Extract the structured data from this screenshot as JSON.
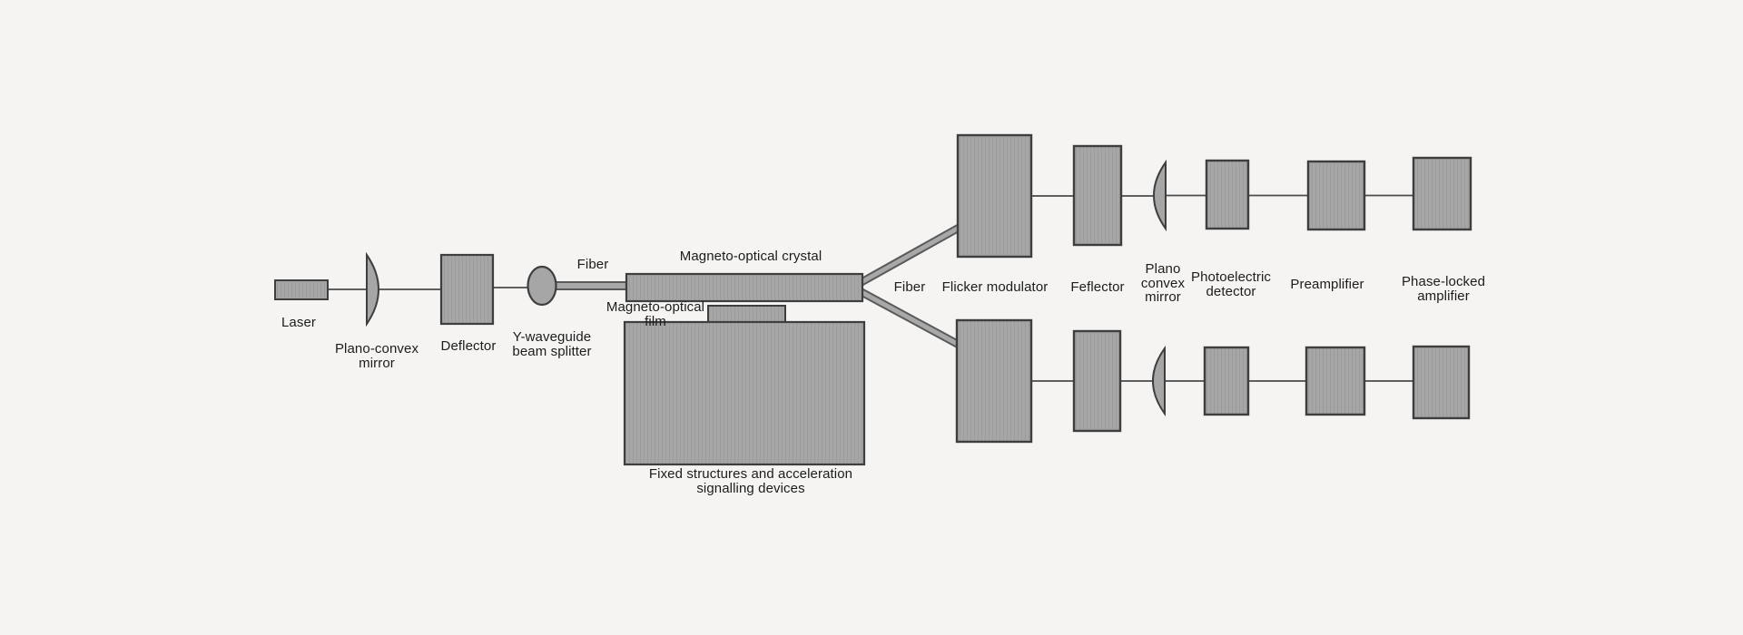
{
  "colors": {
    "background": "#f5f4f2",
    "component_fill": "#a6a6a6",
    "component_stroke": "#3e3e3e",
    "beam_line": "#4a4a4a",
    "fiber_core": "#a8a8a8",
    "fiber_outline": "#5a5a5a",
    "label_text": "#1c1c1c"
  },
  "labels": {
    "laser": "Laser",
    "plano_convex_mirror_left": "Plano-convex\nmirror",
    "deflector": "Deflector",
    "y_waveguide_beam_splitter": "Y-waveguide\nbeam splitter",
    "fiber_left": "Fiber",
    "magneto_optical_crystal": "Magneto-optical crystal",
    "magneto_optical_film": "Magneto-optical\nfilm",
    "fixed_structures": "Fixed structures and acceleration\nsignalling devices",
    "fiber_right": "Fiber",
    "flicker_modulator": "Flicker modulator",
    "feflector": "Feflector",
    "plano_convex_mirror_right": "Plano\nconvex\nmirror",
    "photoelectric_detector": "Photoelectric\ndetector",
    "preamplifier": "Preamplifier",
    "phase_locked_amplifier": "Phase-locked\namplifier"
  }
}
